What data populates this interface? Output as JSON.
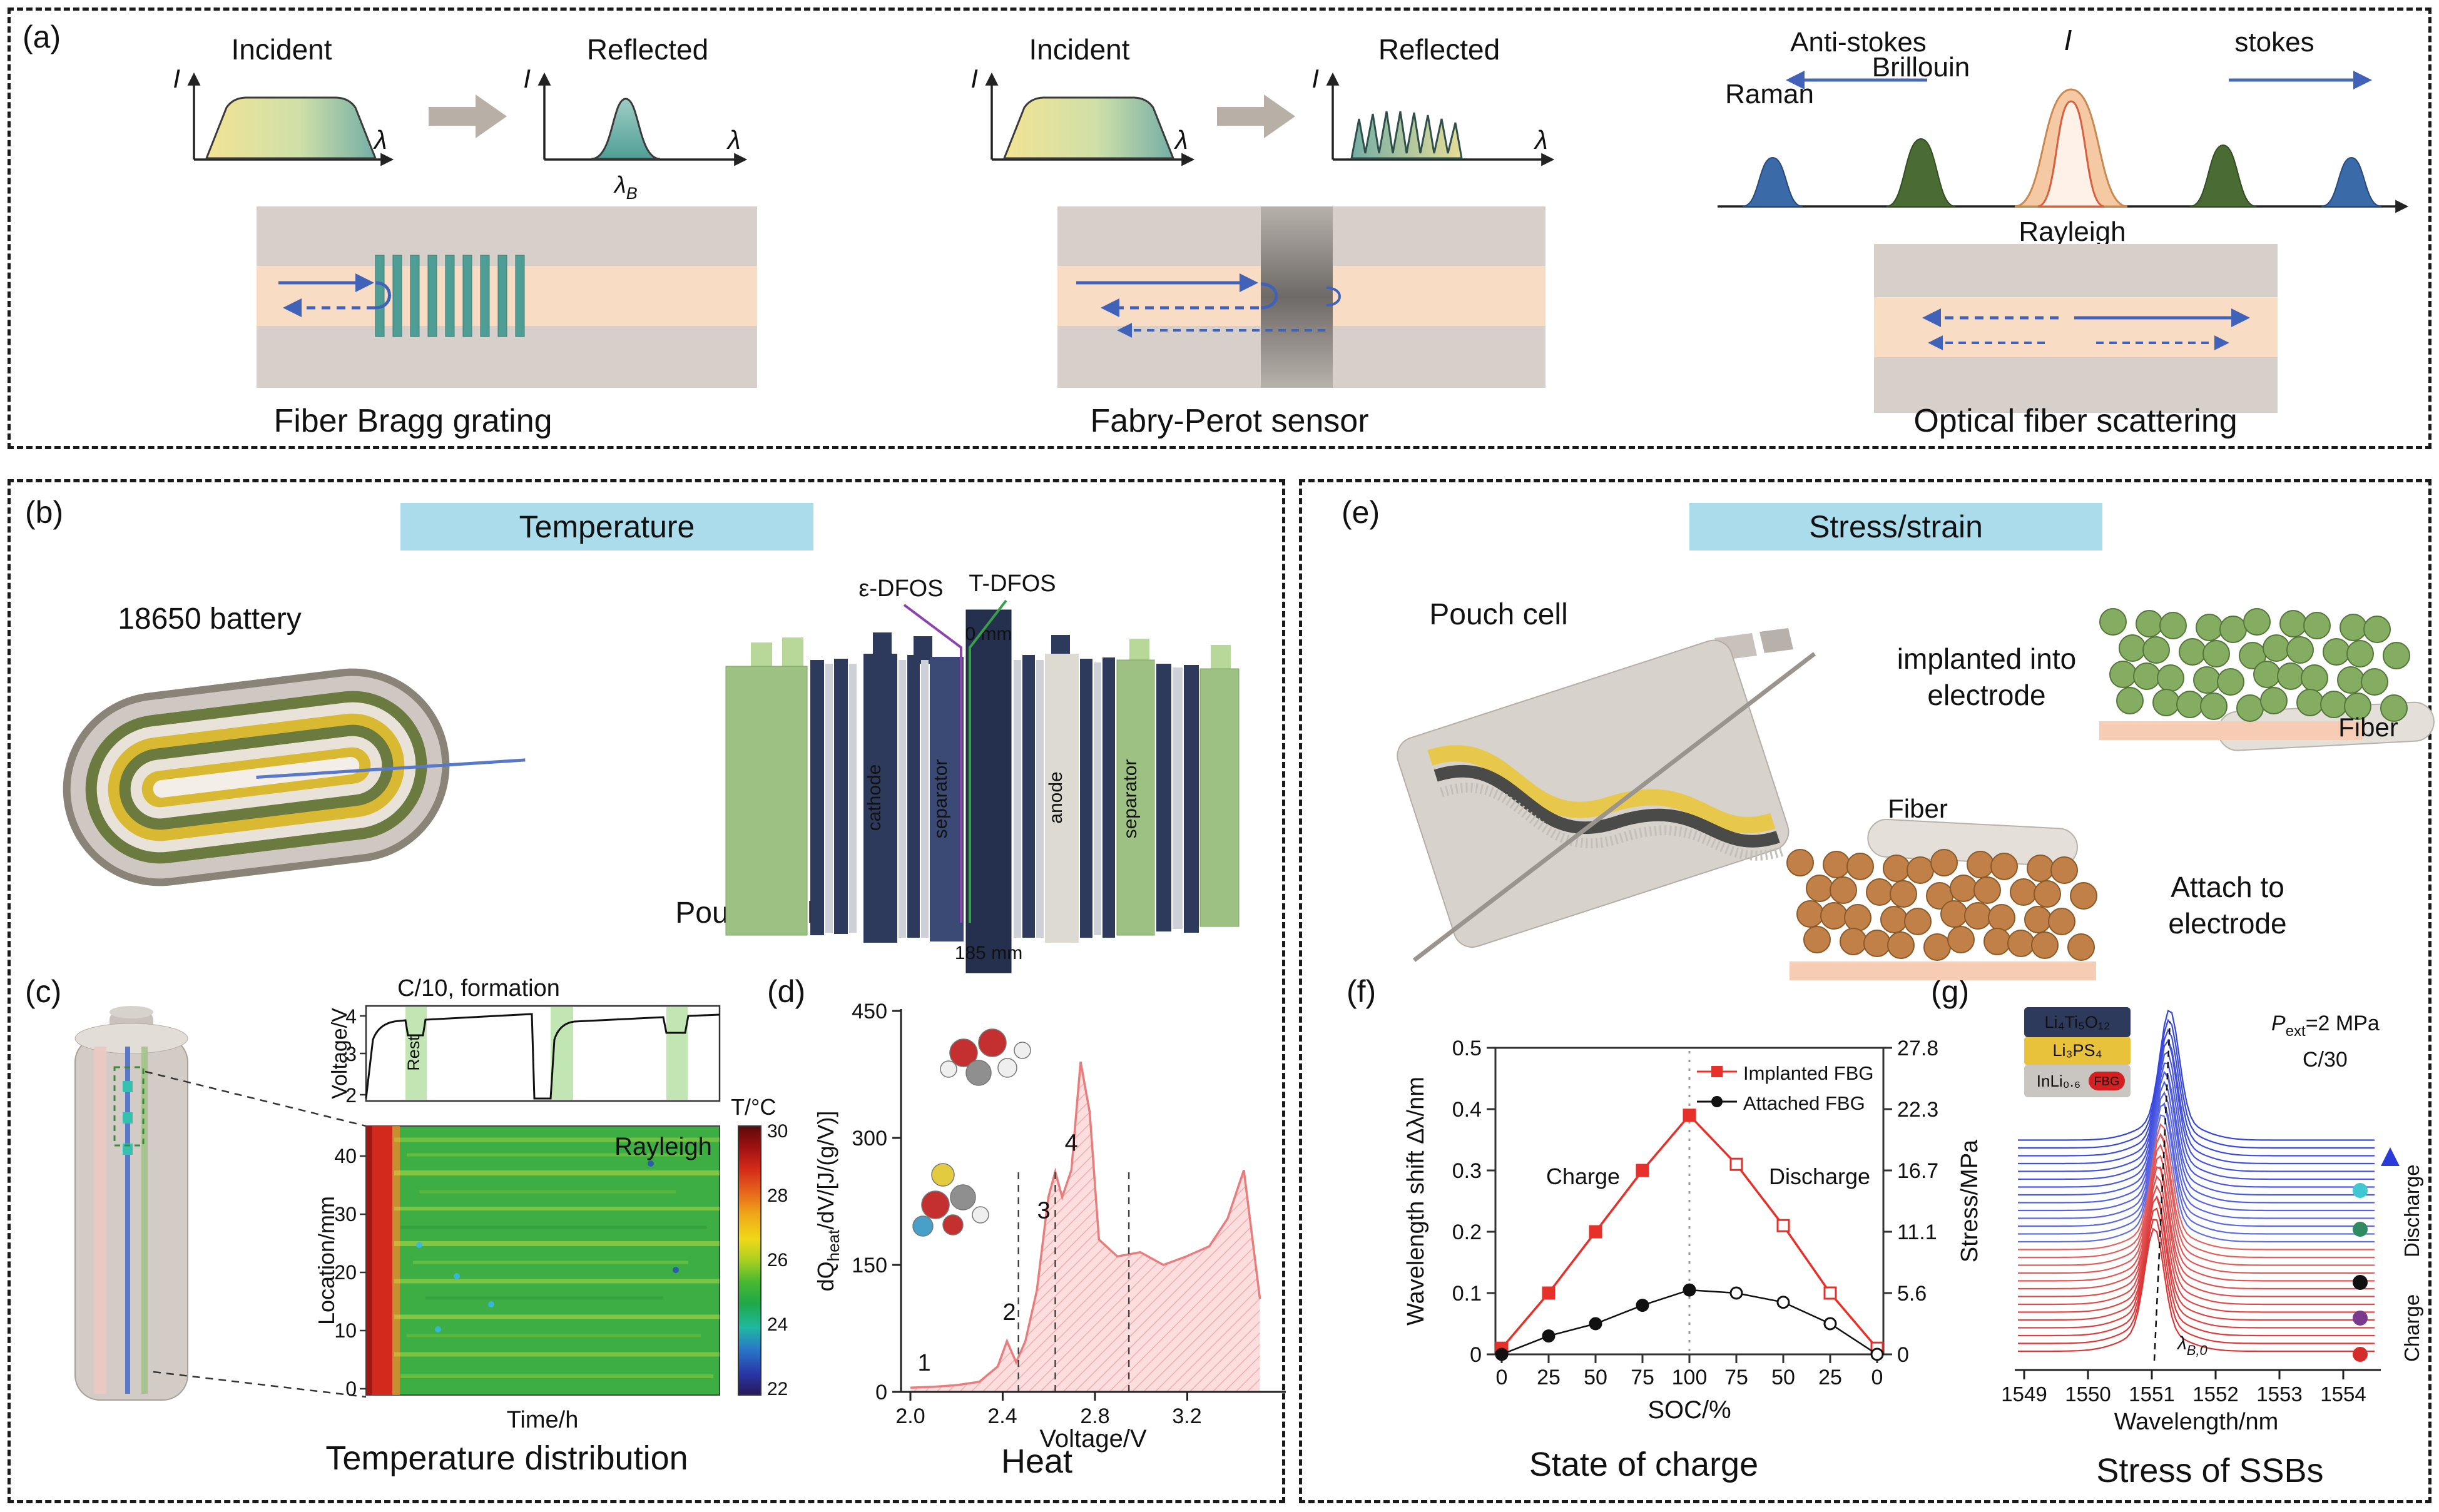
{
  "colors": {
    "header_blue": "#aadcec",
    "arrow_blue": "#4062b8",
    "fiber_cladding": "#d6cfca",
    "fiber_core": "#f8dcc3",
    "grating_teal": "#4f9e96",
    "peak_blue": "#3a6aa8",
    "peak_green": "#4a6b33",
    "rayleigh_fill": "#f4c9a4",
    "implanted_red": "#e8302a",
    "attached_black": "#111111",
    "sphere_green": "#85ad62",
    "sphere_green_stroke": "#55763a",
    "sphere_orange": "#c08048",
    "sphere_orange_stroke": "#8a5a28",
    "electrode_pink": "#f6cdb4",
    "navy_plate": "#2e3a5c",
    "green_plate": "#9dc183",
    "dfos_purple": "#8e44ad",
    "dfos_green": "#3a9d4a",
    "waterfall_red": "#d92b2b",
    "waterfall_blue": "#2b3bd9"
  },
  "panel_a": {
    "label": "(a)",
    "fbg": {
      "incident": "Incident",
      "reflected": "Reflected",
      "axis_intensity": "I",
      "axis_wavelength": "λ",
      "lambda_b": {
        "base": "λ",
        "sub": "B"
      },
      "caption": "Fiber Bragg grating"
    },
    "fabry_perot": {
      "incident": "Incident",
      "reflected": "Reflected",
      "axis_intensity": "I",
      "axis_wavelength": "λ",
      "caption": "Fabry-Perot sensor"
    },
    "scattering": {
      "anti_stokes": "Anti-stokes",
      "intensity": "I",
      "stokes": "stokes",
      "raman": "Raman",
      "brillouin": "Brillouin",
      "rayleigh": "Rayleigh",
      "caption": "Optical fiber scattering"
    }
  },
  "panel_b": {
    "label": "(b)",
    "header": "Temperature",
    "battery_label": "18650 battery",
    "pouch_label": "Pouch cell",
    "eps_dfos": "ε-DFOS",
    "t_dfos": "T-DFOS",
    "zero_mm": "0 mm",
    "len_mm": "185 mm",
    "cathode": "cathode",
    "separator_left": "separator",
    "anode": "anode",
    "separator_right": "separator"
  },
  "panel_c": {
    "label": "(c)",
    "title": "C/10, formation",
    "voltage_axis": "Voltage/V",
    "voltage_ticks": [
      "4",
      "3",
      "2"
    ],
    "rest": "Rest",
    "map_label": "Rayleigh",
    "colorbar_title": "T/°C",
    "colorbar_ticks": [
      "30",
      "28",
      "26",
      "24",
      "22"
    ],
    "location_axis": "Location/mm",
    "location_ticks": [
      "40",
      "30",
      "20",
      "10",
      "0"
    ],
    "time_axis": "Time/h",
    "caption": "Temperature distribution"
  },
  "panel_d": {
    "label": "(d)",
    "y_axis": {
      "pre": "dQ",
      "sub": "heat",
      "post": "/dV/[J/(g/V)]"
    },
    "y_ticks": [
      "450",
      "300",
      "150",
      "0"
    ],
    "x_ticks": [
      "2.0",
      "2.4",
      "2.8",
      "3.2"
    ],
    "x_axis": "Voltage/V",
    "caption": "Heat"
  },
  "panel_e": {
    "label": "(e)",
    "header": "Stress/strain",
    "pouch_label": "Pouch cell",
    "implanted_line1": "implanted into",
    "implanted_line2": "electrode",
    "fiber_top": "Fiber",
    "fiber_bottom": "Fiber",
    "attach_line1": "Attach to",
    "attach_line2": "electrode"
  },
  "panel_f": {
    "label": "(f)",
    "y_axis": "Wavelength shift Δλ/nm",
    "y_ticks": [
      "0.5",
      "0.4",
      "0.3",
      "0.2",
      "0.1",
      "0"
    ],
    "y2_axis": "Stress/MPa",
    "y2_ticks": [
      "27.8",
      "22.3",
      "16.7",
      "11.1",
      "5.6",
      "0"
    ],
    "x_ticks": [
      "0",
      "25",
      "50",
      "75",
      "100",
      "75",
      "50",
      "25",
      "0"
    ],
    "x_axis": "SOC/%",
    "legend": [
      "Implanted FBG",
      "Attached FBG"
    ],
    "charge": "Charge",
    "discharge": "Discharge",
    "caption": "State of charge"
  },
  "panel_g": {
    "label": "(g)",
    "pressure": {
      "pre": "P",
      "sub": "ext",
      "post": "=2 MPa"
    },
    "rate": "C/30",
    "stack": [
      "Li₄Ti₅O₁₂",
      "Li₃PS₄",
      "InLi₀.₆",
      "FBG"
    ],
    "lambda_b0": {
      "base": "λ",
      "sub": "B,0"
    },
    "x_ticks": [
      "1549",
      "1550",
      "1551",
      "1552",
      "1553",
      "1554"
    ],
    "x_axis": "Wavelength/nm",
    "charge": "Charge",
    "discharge": "Discharge",
    "caption": "Stress of SSBs"
  },
  "chart_data": [
    {
      "id": "c_voltage",
      "type": "line",
      "title": "C/10, formation",
      "ylabel": "Voltage/V",
      "ylim": [
        2,
        4
      ],
      "xlabel": "Time/h",
      "note": "formation-cycle voltage profile with green shaded rest periods labeled Rest"
    },
    {
      "id": "c_heatmap",
      "type": "heatmap",
      "annotation": "Rayleigh",
      "ylabel": "Location/mm",
      "ylim": [
        0,
        45
      ],
      "xlabel": "Time/h",
      "colorbar": {
        "label": "T/°C",
        "ticks": [
          30,
          28,
          26,
          24,
          22
        ],
        "range": [
          22,
          30
        ]
      },
      "note": "mostly uniform ~26 °C green field with a ~30 °C red band at the start of the time axis"
    },
    {
      "id": "d_heat",
      "type": "area",
      "xlabel": "Voltage/V",
      "ylabel": "dQheat/dV/[J/(g/V)]",
      "xlim": [
        2.0,
        3.6
      ],
      "ylim": [
        0,
        450
      ],
      "x": [
        2.0,
        2.1,
        2.2,
        2.3,
        2.38,
        2.42,
        2.46,
        2.5,
        2.55,
        2.6,
        2.63,
        2.66,
        2.7,
        2.74,
        2.78,
        2.82,
        2.9,
        3.0,
        3.1,
        3.2,
        3.3,
        3.38,
        3.45,
        3.52
      ],
      "y": [
        5,
        6,
        8,
        12,
        30,
        60,
        35,
        60,
        120,
        230,
        260,
        230,
        262,
        390,
        330,
        180,
        160,
        165,
        150,
        160,
        172,
        205,
        262,
        110
      ],
      "peak_labels": {
        "1": [
          2.06,
          25
        ],
        "2": [
          2.43,
          85
        ],
        "3": [
          2.58,
          205
        ],
        "4": [
          2.7,
          285
        ]
      },
      "dashed_x": [
        2.47,
        2.63,
        2.95
      ]
    },
    {
      "id": "f_soc",
      "type": "line",
      "xlabel": "SOC/%",
      "x_ticklabels": [
        "0",
        "25",
        "50",
        "75",
        "100",
        "75",
        "50",
        "25",
        "0"
      ],
      "ylabel": "Wavelength shift Δλ/nm",
      "ylim": [
        0,
        0.5
      ],
      "y2label": "Stress/MPa",
      "y2_ticks": [
        0,
        5.6,
        11.1,
        16.7,
        22.3,
        27.8
      ],
      "series": [
        {
          "name": "Implanted FBG",
          "color": "#e8302a",
          "marker": "square",
          "values": [
            0.01,
            0.1,
            0.2,
            0.3,
            0.39,
            0.31,
            0.21,
            0.1,
            0.01
          ]
        },
        {
          "name": "Attached FBG",
          "color": "#111111",
          "marker": "circle",
          "values": [
            0.0,
            0.03,
            0.05,
            0.08,
            0.105,
            0.1,
            0.085,
            0.05,
            0.0
          ]
        }
      ],
      "annotations": [
        "Charge",
        "Discharge"
      ],
      "vline_at": "SOC 100"
    },
    {
      "id": "g_waterfall",
      "type": "line",
      "xlabel": "Wavelength/nm",
      "xlim": [
        1549,
        1554
      ],
      "x_ticks": [
        1549,
        1550,
        1551,
        1552,
        1553,
        1554
      ],
      "peak_nm": 1551.2,
      "n_red": 14,
      "n_blue": 14,
      "red_color": "#d92b2b",
      "blue_color": "#2b3bd9",
      "annotations": [
        "λB,0",
        "Pext=2 MPa",
        "C/30",
        "Charge",
        "Discharge"
      ],
      "note": "stacked FBG reflection spectra during charge (red) and discharge (blue)"
    }
  ]
}
